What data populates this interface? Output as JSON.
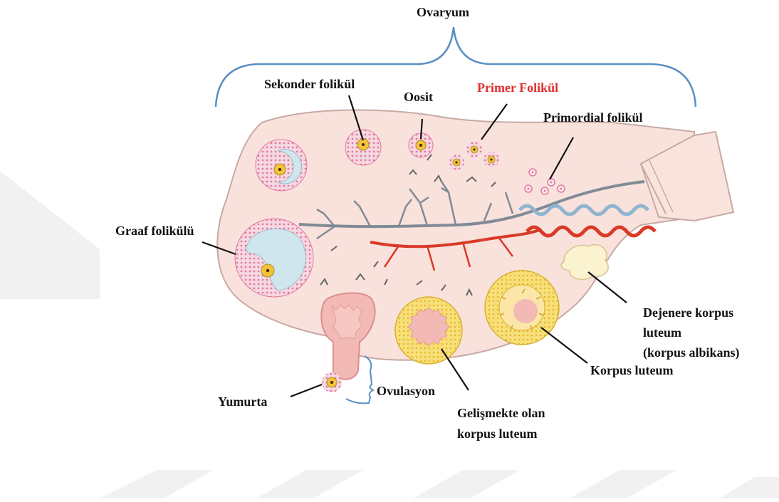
{
  "diagram": {
    "labels": {
      "ovaryum": "Ovaryum",
      "sekonder": "Sekonder folikül",
      "oosit": "Oosit",
      "primer": "Primer Folikül",
      "primordial": "Primordial folikül",
      "graaf": "Graaf folikülü",
      "dejenere_1": "Dejenere korpus",
      "dejenere_2": "luteum",
      "dejenere_3": "(korpus albikans)",
      "korpus_luteum": "Korpus luteum",
      "yumurta": "Yumurta",
      "ovulasyon": "Ovulasyon",
      "gelismekte_1": "Gelişmekte olan",
      "gelismekte_2": "korpus luteum"
    },
    "colors": {
      "ovary_fill": "#f9e1dc",
      "ovary_stroke": "#c9a9a3",
      "follicle_cells": "#e37fa0",
      "antrum": "#cfe6ef",
      "oocyte": "#f2c33b",
      "corpus_luteum": "#f8de72",
      "artery": "#d93a28",
      "vein": "#8fb5d0",
      "bracket": "#5b8fc2",
      "highlight_label": "#e03030"
    }
  }
}
